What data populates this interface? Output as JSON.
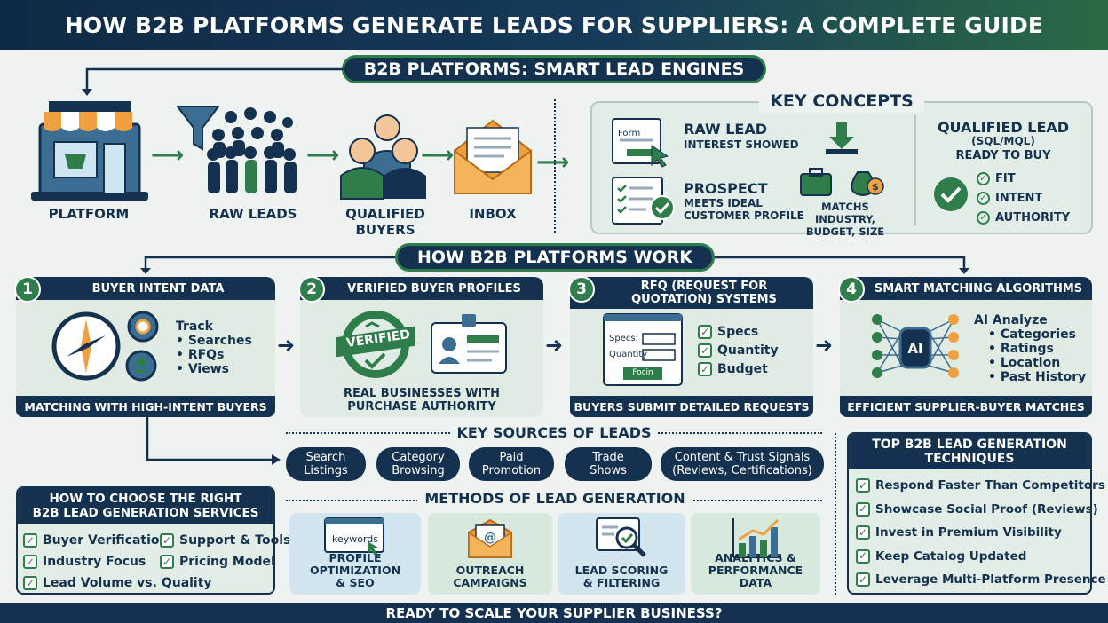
{
  "title": "HOW B2B PLATFORMS GENERATE LEADS FOR SUPPLIERS: A COMPLETE GUIDE",
  "engines_banner": "B2B PLATFORMS: SMART LEAD ENGINES",
  "flow": {
    "platform": "PLATFORM",
    "raw_leads": "RAW LEADS",
    "qualified_buyers": "QUALIFIED BUYERS",
    "inbox": "INBOX"
  },
  "key_concepts": {
    "title": "KEY CONCEPTS",
    "form_label": "Form",
    "raw_lead_title": "RAW LEAD",
    "raw_lead_sub": "INTEREST SHOWED",
    "prospect_title": "PROSPECT",
    "prospect_sub1": "MEETS IDEAL",
    "prospect_sub2": "CUSTOMER PROFILE",
    "matches_1": "MATCHS INDUSTRY,",
    "matches_2": "BUDGET, SIZE",
    "qualified_title": "QUALIFIED LEAD",
    "qualified_sub": "(SQL/MQL)",
    "ready": "READY TO BUY",
    "checks": [
      "FIT",
      "INTENT",
      "AUTHORITY"
    ]
  },
  "how_work_banner": "HOW B2B PLATFORMS WORK",
  "steps": [
    {
      "num": "1",
      "title": "BUYER INTENT DATA",
      "footer": "MATCHING WITH HIGH-INTENT BUYERS",
      "track": "Track",
      "bullets": [
        "• Searches",
        "• RFQs",
        "• Views"
      ]
    },
    {
      "num": "2",
      "title": "VERIFIED BUYER PROFILES",
      "footer": "",
      "badge": "VERIFIED",
      "caption1": "REAL BUSINESSES WITH",
      "caption2": "PURCHASE AUTHORITY"
    },
    {
      "num": "3",
      "title_1": "RFQ (REQUEST FOR",
      "title_2": "QUOTATION) SYSTEMS",
      "footer": "BUYERS SUBMIT DETAILED REQUESTS",
      "form_specs": "Specs:",
      "form_qty": "Quantity",
      "form_btn": "Focin",
      "checks": [
        "Specs",
        "Quantity",
        "Budget"
      ]
    },
    {
      "num": "4",
      "title": "SMART MATCHING ALGORITHMS",
      "footer": "EFFICIENT SUPPLIER-BUYER MATCHES",
      "ai": "AI",
      "analyze": "AI Analyze",
      "bullets": [
        "• Categories",
        "• Ratings",
        "• Location",
        "• Past History"
      ]
    }
  ],
  "sources": {
    "title": "KEY SOURCES OF LEADS",
    "items": [
      [
        "Search",
        "Listings"
      ],
      [
        "Category",
        "Browsing"
      ],
      [
        "Paid",
        "Promotion"
      ],
      [
        "Trade",
        "Shows"
      ],
      [
        "Content & Trust Signals",
        "(Reviews, Certifications)"
      ]
    ]
  },
  "choose": {
    "title_1": "HOW TO CHOOSE THE RIGHT",
    "title_2": "B2B LEAD GENERATION SERVICES",
    "items": [
      "Buyer Verification",
      "Support & Tools",
      "Industry Focus",
      "Pricing Model",
      "Lead Volume vs. Quality"
    ]
  },
  "methods": {
    "title": "METHODS OF LEAD GENERATION",
    "keywords": "keywords",
    "items": [
      [
        "PROFILE",
        "OPTIMIZATION",
        "& SEO"
      ],
      [
        "OUTREACH",
        "CAMPAIGNS"
      ],
      [
        "LEAD SCORING",
        "& FILTERING"
      ],
      [
        "ANALYTICS &",
        "PERFORMANCE DATA"
      ]
    ]
  },
  "techniques": {
    "title_1": "TOP B2B LEAD GENERATION",
    "title_2": "TECHNIQUES",
    "items": [
      "Respond Faster Than Competitors",
      "Showcase Social Proof (Reviews)",
      "Invest in Premium Visibility",
      "Keep Catalog Updated",
      "Leverage Multi-Platform Presence"
    ]
  },
  "footer": "READY TO SCALE YOUR SUPPLIER BUSINESS?",
  "colors": {
    "navy": "#14324f",
    "green": "#2e7d4a",
    "orange": "#f0a040"
  }
}
